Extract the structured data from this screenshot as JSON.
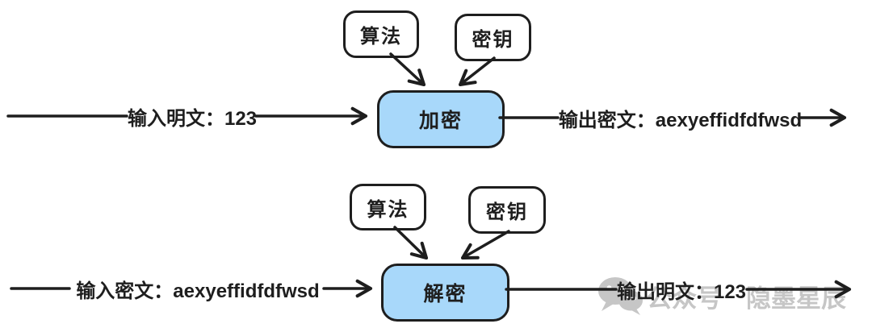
{
  "colors": {
    "ink": "#1e1e1e",
    "process_box_fill": "#a8d8fa",
    "watermark_gray": "#c6c6c6",
    "background": "#ffffff"
  },
  "encrypt": {
    "algorithm_label": "算法",
    "key_label": "密钥",
    "process_label": "加密",
    "input_label": "输入明文：123",
    "output_label": "输出密文：aexyeffidfdfwsd"
  },
  "decrypt": {
    "algorithm_label": "算法",
    "key_label": "密钥",
    "process_label": "解密",
    "input_label": "输入密文：aexyeffidfdfwsd",
    "output_label": "输出明文：123"
  },
  "watermark": {
    "icon": "wechat-chat-bubbles-icon",
    "label_left": "公众号",
    "label_right": "隐墨星辰"
  }
}
